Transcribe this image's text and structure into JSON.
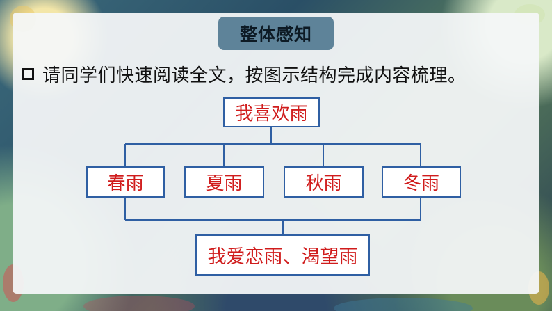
{
  "slide": {
    "section_title": "整体感知",
    "instruction": "请同学们快速阅读全文，按图示结构完成内容梳理。"
  },
  "diagram": {
    "root": "我喜欢雨",
    "seasons": [
      "春雨",
      "夏雨",
      "秋雨",
      "冬雨"
    ],
    "conclusion": "我爱恋雨、渴望雨"
  },
  "colors": {
    "title_tab": "#5e8399",
    "box_border": "#2f5fa3",
    "box_text": "#d01c1c",
    "connector": "#2f5fa3"
  }
}
